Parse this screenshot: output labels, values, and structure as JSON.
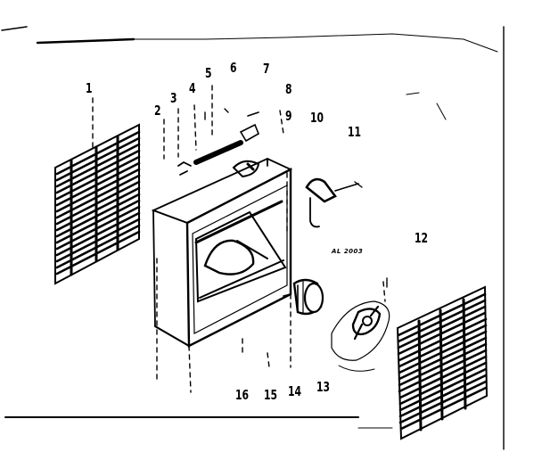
{
  "callouts": [
    "1",
    "2",
    "3",
    "4",
    "5",
    "6",
    "7",
    "8",
    "9",
    "10",
    "11",
    "12",
    "13",
    "14",
    "15",
    "16"
  ],
  "note": "AL 2003"
}
